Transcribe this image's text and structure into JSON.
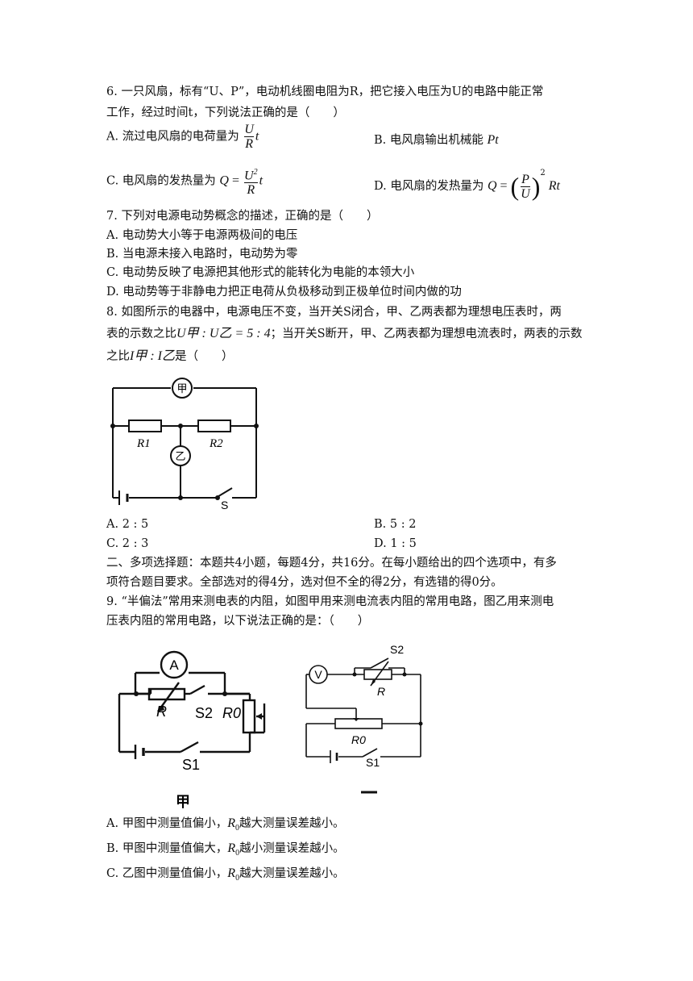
{
  "q6": {
    "stem_line1": "6. 一只风扇，标有“U、P”，电动机线圈电阻为R，把它接入电压为U的电路中能正常",
    "stem_line2": "工作，经过时间t，下列说法正确的是（　　）",
    "option_a_prefix": "A. 流过电风扇的电荷量为",
    "option_b": "B. 电风扇输出机械能",
    "option_b_math": "Pt",
    "option_c_prefix": "C. 电风扇的发热量为",
    "option_d_prefix": "D. 电风扇的发热量为"
  },
  "q7": {
    "stem": "7. 下列对电源电动势概念的描述，正确的是（　　）",
    "options": [
      "A. 电动势大小等于电源两极间的电压",
      "B. 当电源未接入电路时，电动势为零",
      "C. 电动势反映了电源把其他形式的能转化为电能的本领大小",
      "D. 电动势等于非静电力把正电荷从负极移动到正极单位时间内做的功"
    ]
  },
  "q8": {
    "stem_line1": "8. 如图所示的电器中，电源电压不变，当开关S闭合，甲、乙两表都为理想电压表时，两",
    "stem_line2_a": "表的示数之比",
    "stem_line2_b": "；当开关S断开，甲、乙两表都为理想电流表时，两表的示数",
    "stem_line3_a": "之比",
    "stem_line3_b": "是（　　）",
    "ratio_v": "U甲 : U乙 = 5 : 4",
    "ratio_i": "I甲 : I乙",
    "figure_labels": {
      "meter_top": "甲",
      "meter_mid": "乙",
      "r1": "R1",
      "r2": "R2",
      "switch": "S"
    },
    "options": [
      "A. 2 : 5",
      "B. 5 : 2",
      "C. 2 : 3",
      "D. 1 : 5"
    ]
  },
  "section2": {
    "line1": "二、多项选择题：本题共4小题，每题4分，共16分。在每小题给出的四个选项中，有多",
    "line2": "项符合题目要求。全部选对的得4分，选对但不全的得2分，有选错的得0分。"
  },
  "q9": {
    "stem_line1": "9. “半偏法”常用来测电表的内阻，如图甲用来测电流表内阻的常用电路，图乙用来测电",
    "stem_line2": "压表内阻的常用电路，以下说法正确的是：（　　）",
    "figure_left": {
      "meter": "A",
      "r": "R",
      "s2": "S2",
      "r0": "R0",
      "s1": "S1",
      "caption": "甲"
    },
    "figure_right": {
      "meter": "V",
      "r": "R",
      "s2": "S2",
      "r0": "R0",
      "s1": "S1"
    },
    "options": [
      {
        "prefix": "A. 甲图中测量值偏小，",
        "suffix": "越大测量误差越小。"
      },
      {
        "prefix": "B. 甲图中测量值偏大，",
        "suffix": "越小测量误差越小。"
      },
      {
        "prefix": "C. 乙图中测量值偏小，",
        "suffix": "越大测量误差越小。"
      }
    ]
  }
}
